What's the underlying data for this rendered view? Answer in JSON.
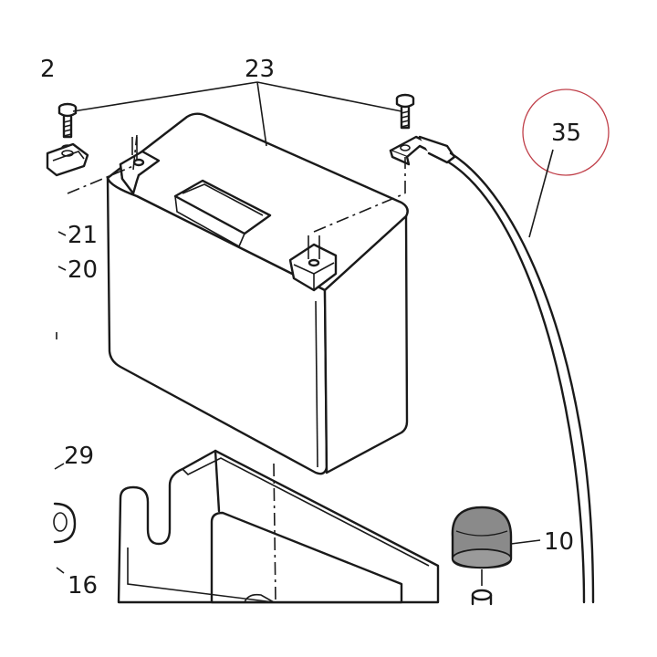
{
  "callouts": {
    "c23": "23",
    "c35": "35",
    "c21": "21",
    "c20": "20",
    "c29": "29",
    "c10": "10",
    "c16": "16",
    "c2": "2"
  },
  "colors": {
    "ink": "#1a1a1a",
    "highlight_circle": "#c0404a",
    "cap_fill": "#8a8a8a"
  }
}
